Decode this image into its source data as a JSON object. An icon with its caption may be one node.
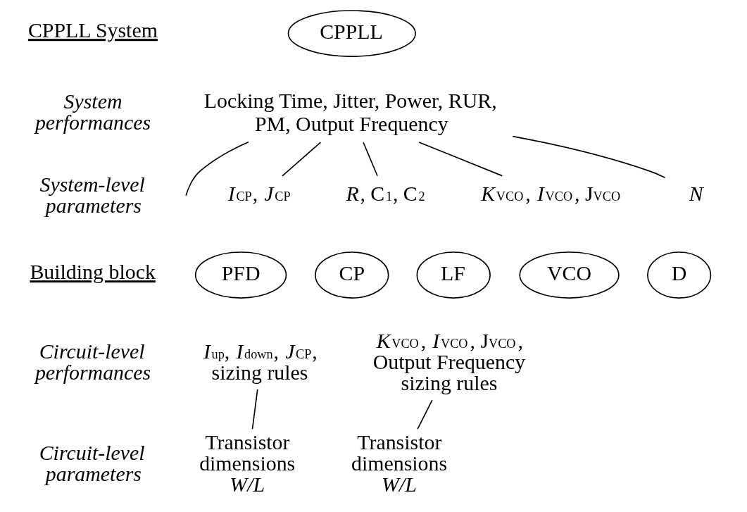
{
  "diagram": {
    "nodes": [
      {
        "text": [
          "CPPLL"
        ]
      },
      {
        "text": [
          "Locking Time, Jitter, Power, RUR, PM, Output Frequency"
        ]
      },
      {
        "text": [
          "*I*$_{CP}$, *J*$_{CP}$"
        ]
      },
      {
        "text": [
          "*R*, C$_{1}$, C$_{2}$"
        ]
      },
      {
        "text": [
          "*K*$_{VCO}$, *I*$_{VCO}$, J$_{VCO}$"
        ]
      },
      {
        "text": [
          "*N*"
        ]
      },
      {
        "text": [
          "PFD"
        ]
      },
      {
        "text": [
          "CP"
        ]
      },
      {
        "text": [
          "LF"
        ]
      },
      {
        "text": [
          "VCO"
        ]
      },
      {
        "text": [
          "D"
        ]
      },
      {
        "text": [
          "*I*$_{up}$, *I*$_{down}$, *J*$_{CP}$, sizing rules"
        ]
      },
      {
        "text": [
          "*K*$_{VCO}$, *I*$_{VCO}$, J$_{VCO}$, Output Frequency sizing rules"
        ]
      },
      {
        "text": [
          "Transistor dimensions *W/L*"
        ]
      },
      {
        "text": [
          "Transistor dimensions *W/L*"
        ]
      }
    ],
    "edges": [
      {
        "from": 1,
        "to": null,
        "arrow": "none"
      },
      {
        "from": 1,
        "to": 2,
        "arrow": "none"
      },
      {
        "from": 1,
        "to": 3,
        "arrow": "none"
      },
      {
        "from": 1,
        "to": 4,
        "arrow": "none"
      },
      {
        "from": 1,
        "to": 5,
        "arrow": "none"
      },
      {
        "from": 11,
        "to": 13,
        "arrow": "none"
      },
      {
        "from": 12,
        "to": 14,
        "arrow": "none"
      }
    ],
    "labels": [
      "CPPLL System",
      "System performances",
      "System-level parameters",
      "Building block",
      "Circuit-level performances",
      "Circuit-level parameters"
    ]
  }
}
